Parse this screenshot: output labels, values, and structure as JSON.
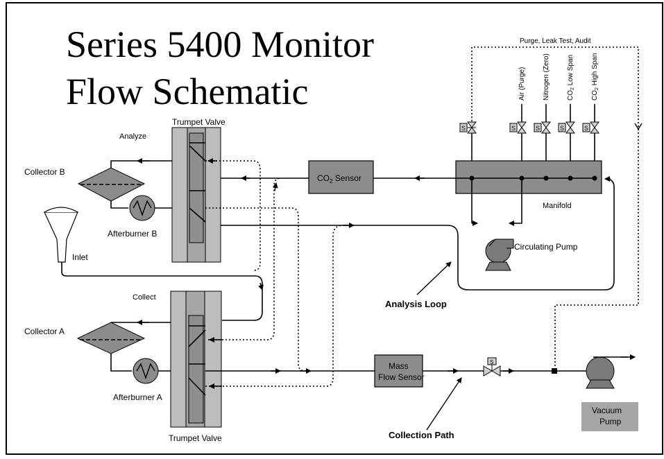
{
  "title": {
    "line1": "Series 5400 Monitor",
    "line2": "Flow Schematic"
  },
  "labels": {
    "purge_line": "Purge, Leak Test, Audit",
    "air_purge": "Air (Purge)",
    "nitrogen_zero": "Nitrogen (Zero)",
    "co2_low_span_a": "CO",
    "co2_low_span_sub": "2",
    "co2_low_span_b": " Low Span",
    "co2_high_span_a": "CO",
    "co2_high_span_sub": "2",
    "co2_high_span_b": " High Span",
    "trumpet_valve_top": "Trumpet Valve",
    "trumpet_valve_bottom": "Trumpet Valve",
    "analyze": "Analyze",
    "collect": "Collect",
    "collector_b": "Collector B",
    "collector_a": "Collector A",
    "afterburner_b": "Afterburner B",
    "afterburner_a": "Afterburner A",
    "inlet": "Inlet",
    "co2_sensor_a": "CO",
    "co2_sensor_sub": "2",
    "co2_sensor_b": " Sensor",
    "manifold": "Manifold",
    "circulating_pump": "Circulating Pump",
    "analysis_loop": "Analysis Loop",
    "mass_flow_line1": "Mass",
    "mass_flow_line2": "Flow Sensor",
    "collection_path": "Collection Path",
    "vacuum_line1": "Vacuum",
    "vacuum_line2": "Pump",
    "solenoid": "S"
  },
  "colors": {
    "component_fill": "#8c8c8c",
    "valve_outer": "#bdbdbd",
    "valve_inner": "#9a9a9a",
    "vacuum_box": "#a6a6a6",
    "line": "#000000"
  }
}
